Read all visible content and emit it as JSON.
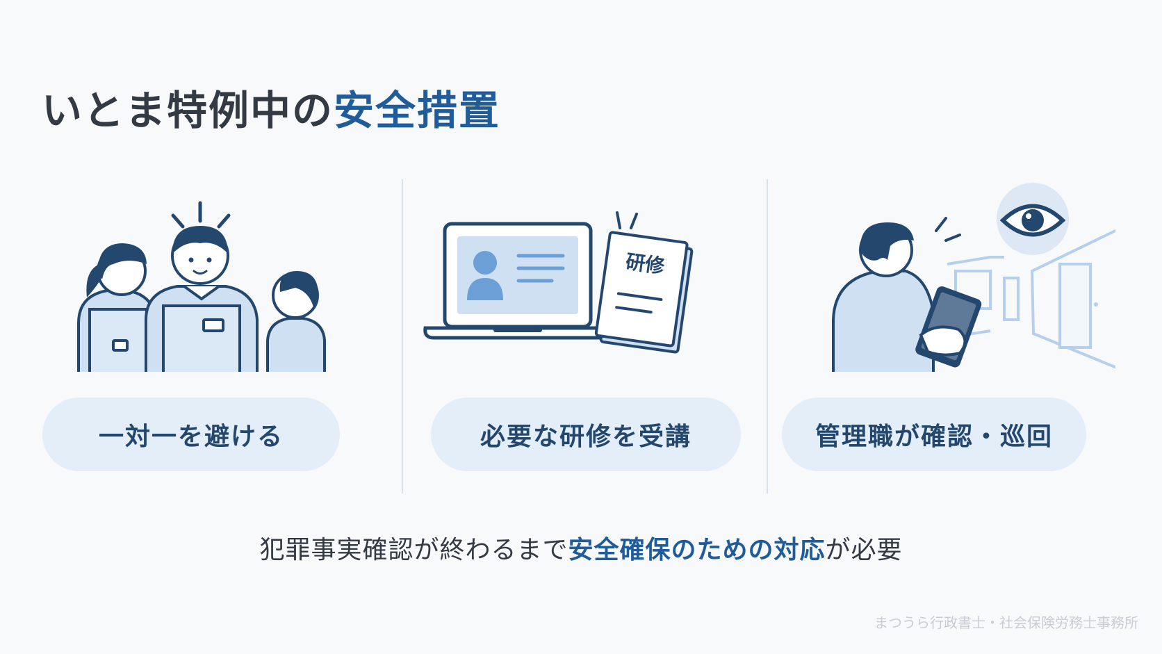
{
  "title": {
    "main": "いとま特例中の",
    "accent": "安全措置"
  },
  "panels": [
    {
      "label": "一対一を避ける"
    },
    {
      "label": "必要な研修を受講",
      "booklet_text": "研修"
    },
    {
      "label": "管理職が確認・巡回"
    }
  ],
  "caption": {
    "before": "犯罪事実確認が終わるまで",
    "accent": "安全確保のための対応",
    "after": "が必要"
  },
  "credit": "まつうら行政書士・社会保険労務士事務所",
  "colors": {
    "accent": "#1f5c99",
    "dark_navy": "#24476e",
    "pill_bg": "#e3eef8",
    "light_blue": "#cfe0f3",
    "text": "#333a44"
  },
  "icons": [
    "people-group-illustration",
    "laptop-training-illustration",
    "eye-icon",
    "manager-tablet-illustration"
  ]
}
